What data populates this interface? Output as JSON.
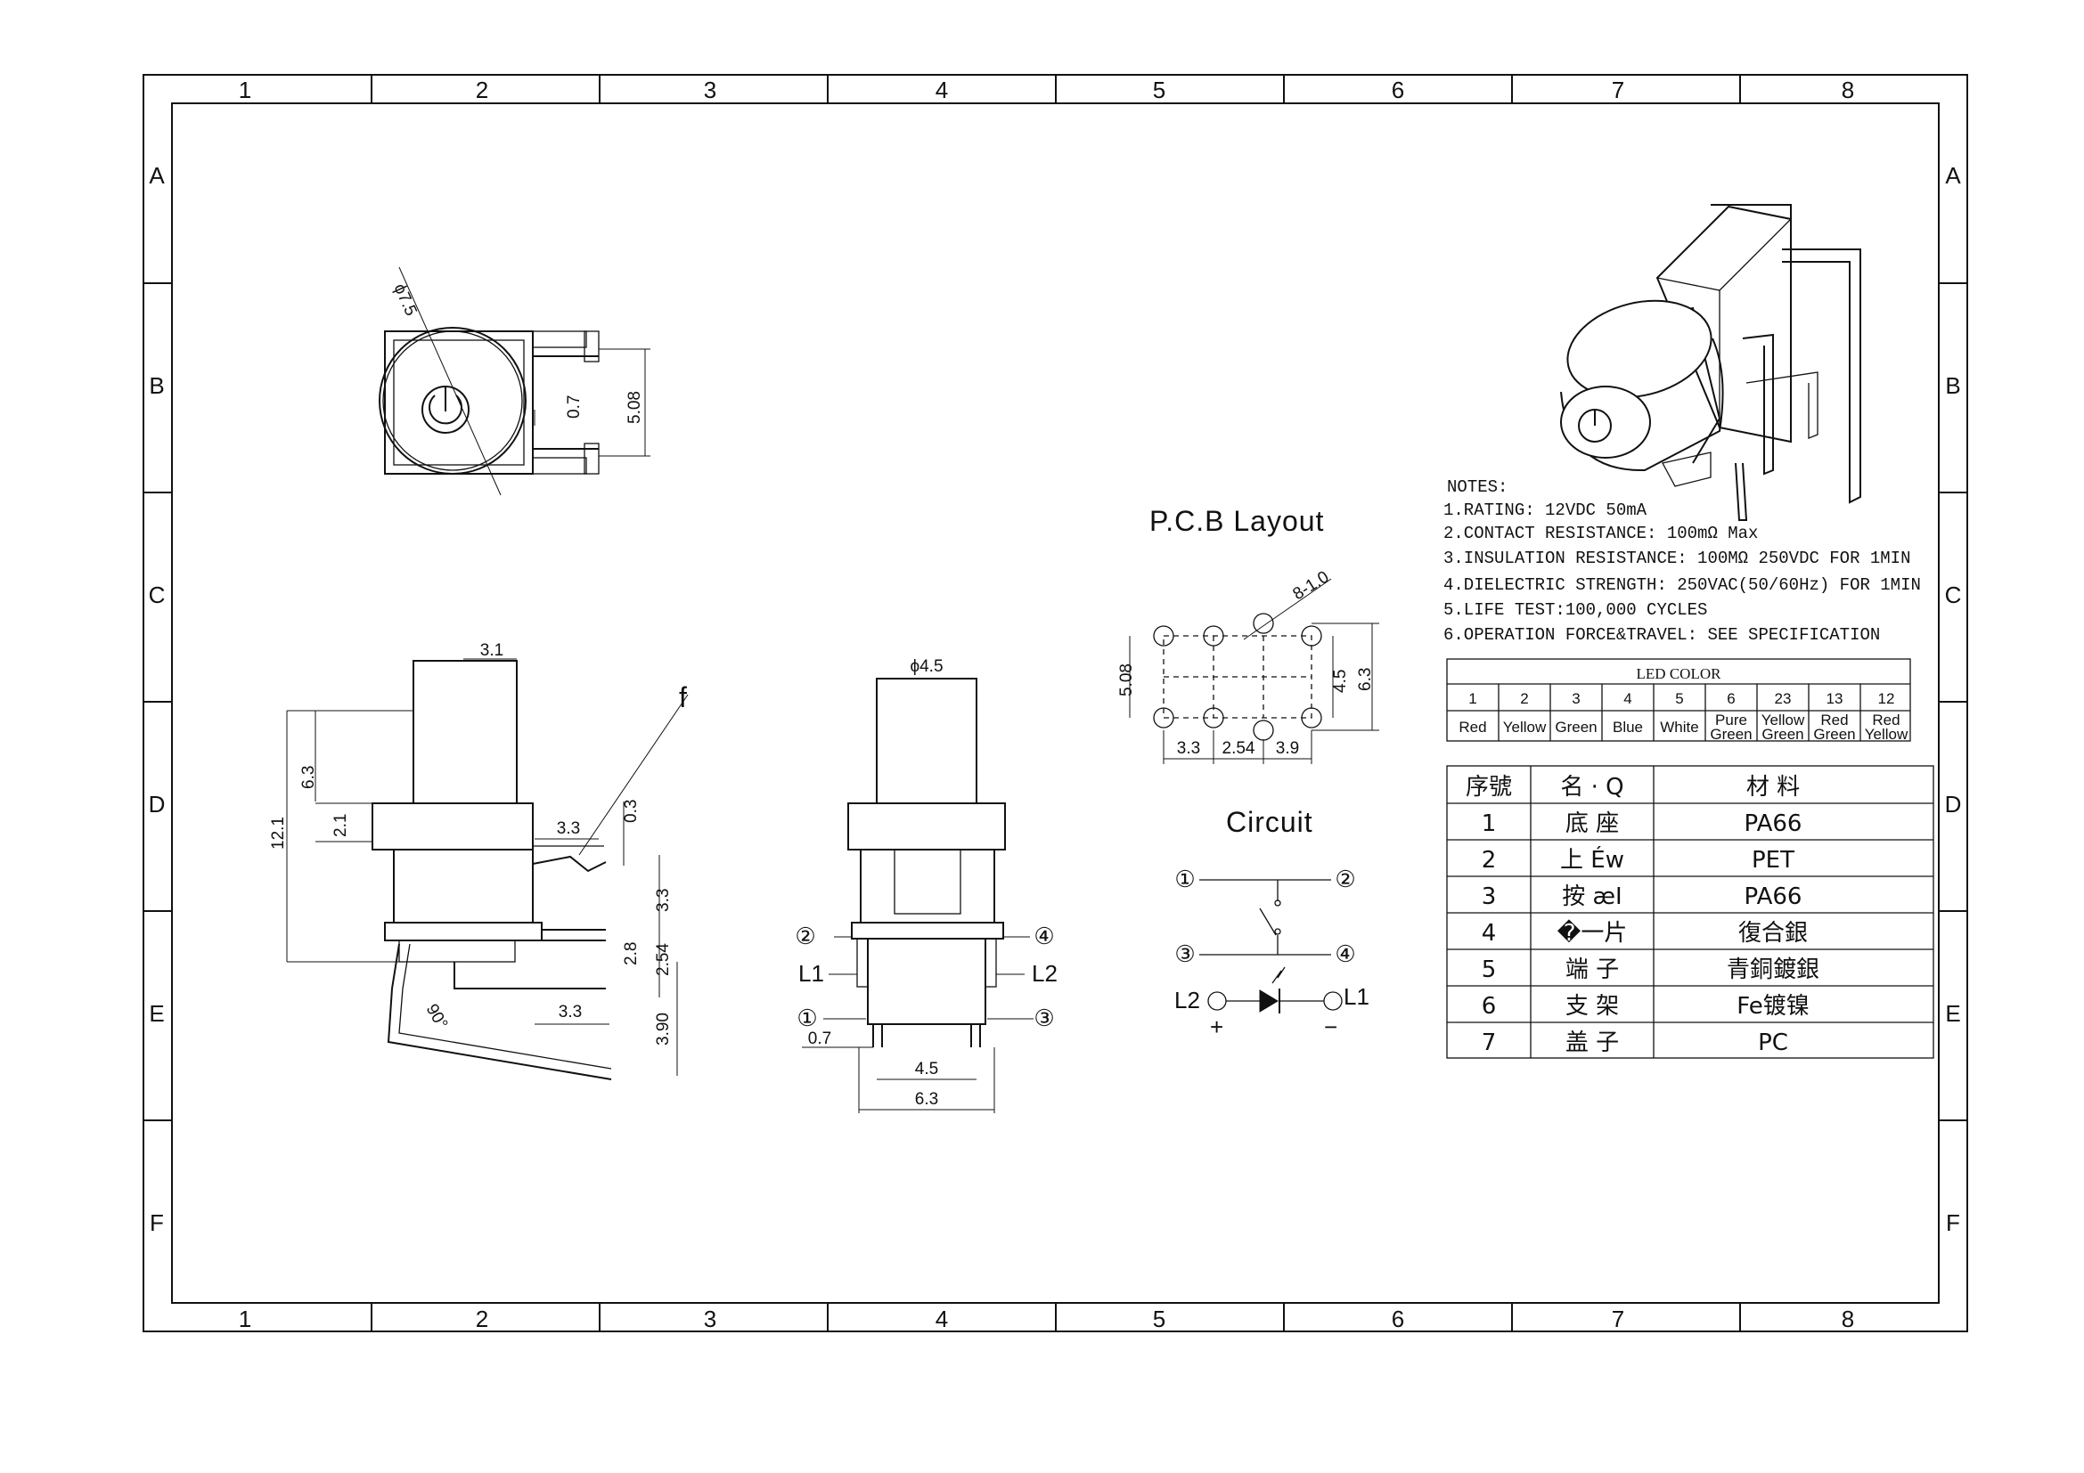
{
  "zones": {
    "columns": [
      "1",
      "2",
      "3",
      "4",
      "5",
      "6",
      "7",
      "8"
    ],
    "rows": [
      "A",
      "B",
      "C",
      "D",
      "E",
      "F"
    ]
  },
  "labels": {
    "pcb_title": "P.C.B Layout",
    "circuit_title": "Circuit",
    "detail_f": "f"
  },
  "dimensions": {
    "top_diam": "ϕ7.5",
    "top_07": "0.7",
    "top_508": "5.08",
    "side_31": "3.1",
    "side_63": "6.3",
    "side_121": "12.1",
    "side_21": "2.1",
    "side_33a": "3.3",
    "side_03": "0.3",
    "side_33b": "3.3",
    "side_28": "2.8",
    "side_254": "2.54",
    "side_33c": "3.3",
    "side_390": "3.90",
    "side_ang": "90°",
    "front_45top": "ϕ4.5",
    "front_07": "0.7",
    "front_45": "4.5",
    "front_63": "6.3",
    "front_L1": "L1",
    "front_L2": "L2",
    "pcb_810": "8-1.0",
    "pcb_508": "5.08",
    "pcb_45": "4.5",
    "pcb_63": "6.3",
    "pcb_33": "3.3",
    "pcb_254": "2.54",
    "pcb_39": "3.9"
  },
  "pins": {
    "p1": "①",
    "p2": "②",
    "p3": "③",
    "p4": "④"
  },
  "circuit": {
    "l2": "L2",
    "l1": "L1",
    "plus": "+",
    "minus": "−"
  },
  "notes": {
    "heading": "NOTES:",
    "items": [
      "1.RATING: 12VDC 50mA",
      "2.CONTACT RESISTANCE: 100mΩ Max",
      "3.INSULATION RESISTANCE: 100MΩ 250VDC FOR 1MIN",
      "4.DIELECTRIC STRENGTH: 250VAC(50/60Hz) FOR 1MIN",
      "5.LIFE TEST:100,000 CYCLES",
      "6.OPERATION FORCE&TRAVEL: SEE SPECIFICATION"
    ]
  },
  "led_color": {
    "title": "LED COLOR",
    "codes": [
      "1",
      "2",
      "3",
      "4",
      "5",
      "6",
      "23",
      "13",
      "12"
    ],
    "colors": [
      [
        "Red"
      ],
      [
        "Yellow"
      ],
      [
        "Green"
      ],
      [
        "Blue"
      ],
      [
        "White"
      ],
      [
        "Pure",
        "Green"
      ],
      [
        "Yellow",
        "Green"
      ],
      [
        "Red",
        "Green"
      ],
      [
        "Red",
        "Yellow"
      ]
    ]
  },
  "bom": {
    "headers": [
      "序號",
      "名 · Q",
      "材 料"
    ],
    "rows": [
      [
        "1",
        "底 座",
        "PA66"
      ],
      [
        "2",
        "上 Éw",
        "PET"
      ],
      [
        "3",
        "按 æI",
        "PA66"
      ],
      [
        "4",
        "�一片",
        "復合銀"
      ],
      [
        "5",
        "端 子",
        "青銅鍍銀"
      ],
      [
        "6",
        "支 架",
        "Fe镀镍"
      ],
      [
        "7",
        "盖 子",
        "PC"
      ]
    ]
  }
}
